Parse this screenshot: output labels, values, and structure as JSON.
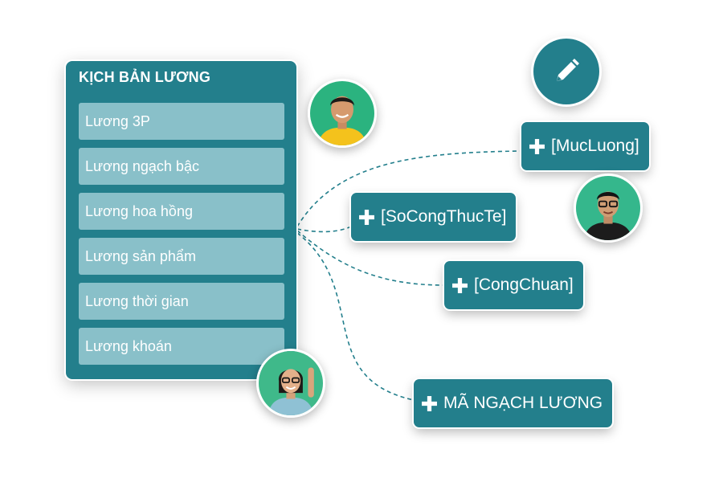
{
  "panel": {
    "title": "KỊCH BẢN LƯƠNG",
    "items": [
      {
        "label": "Lương 3P"
      },
      {
        "label": "Lương ngạch bậc"
      },
      {
        "label": "Lương hoa hồng"
      },
      {
        "label": "Lương sản phẩm"
      },
      {
        "label": "Lương thời gian"
      },
      {
        "label": "Lương khoán"
      }
    ]
  },
  "chips": [
    {
      "label": "[MucLuong]"
    },
    {
      "label": "[SoCongThucTe]"
    },
    {
      "label": "[CongChuan]"
    },
    {
      "label": "MÃ NGẠCH LƯƠNG"
    }
  ],
  "icons": {
    "edit": "pencil-icon",
    "add": "plus-icon"
  },
  "colors": {
    "primary": "#237f8c",
    "item_bg": "#89c0c9",
    "text": "#ffffff"
  }
}
